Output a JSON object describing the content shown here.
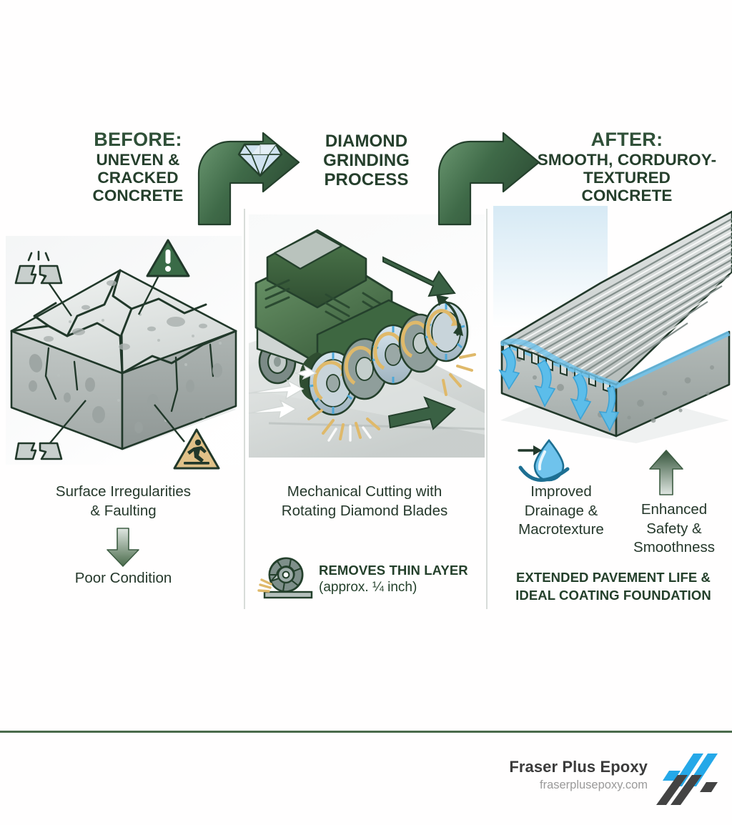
{
  "doc": {
    "type": "infographic",
    "title_flow": "Diamond Grinding: Before / Process / After"
  },
  "panels": [
    {
      "id": "before",
      "header_main": "BEFORE:",
      "header_sub": "UNEVEN &\nCRACKED\nCONCRETE",
      "caption": "Surface Irregularities\n& Faulting",
      "result": "Poor Condition",
      "icons": [
        "broken-pavement-icon",
        "warning-triangle-icon",
        "broken-pavement-icon",
        "slip-hazard-icon",
        "down-arrow-icon"
      ]
    },
    {
      "id": "process",
      "header_main": "DIAMOND",
      "header_sub": "GRINDING\nPROCESS",
      "caption": "Mechanical Cutting with\nRotating Diamond Blades",
      "note_strong": "REMOVES THIN LAYER",
      "note_detail": "(approx. ¼ inch)",
      "icons": [
        "grinding-machine-icon",
        "diamond-blade-icon",
        "sparks-icon",
        "direction-arrow-icon"
      ]
    },
    {
      "id": "after",
      "header_main": "AFTER:",
      "header_sub": "SMOOTH, CORDUROY-\nTEXTURED\nCONCRETE",
      "benefit_left": "Improved\nDrainage &\nMacrotexture",
      "benefit_right": "Enhanced\nSafety &\nSmoothness",
      "result": "EXTENDED PAVEMENT LIFE &\nIDEAL COATING FOUNDATION",
      "icons": [
        "water-drop-drainage-icon",
        "up-arrow-icon",
        "grooved-slab-icon"
      ]
    }
  ],
  "headers": {
    "before_main": "BEFORE:",
    "before_l1": "UNEVEN &",
    "before_l2": "CRACKED",
    "before_l3": "CONCRETE",
    "process_l1": "DIAMOND",
    "process_l2": "GRINDING",
    "process_l3": "PROCESS",
    "after_main": "AFTER:",
    "after_l1": "SMOOTH, CORDUROY-",
    "after_l2": "TEXTURED",
    "after_l3": "CONCRETE"
  },
  "captions": {
    "before_l1": "Surface Irregularities",
    "before_l2": "& Faulting",
    "before_result": "Poor Condition",
    "process_l1": "Mechanical Cutting with",
    "process_l2": "Rotating Diamond Blades",
    "process_note_strong": "REMOVES THIN LAYER",
    "process_note_detail": "(approx. ¼ inch)",
    "after_left_l1": "Improved",
    "after_left_l2": "Drainage &",
    "after_left_l3": "Macrotexture",
    "after_right_l1": "Enhanced",
    "after_right_l2": "Safety &",
    "after_right_l3": "Smoothness",
    "after_result_l1": "EXTENDED PAVEMENT LIFE &",
    "after_result_l2": "IDEAL COATING FOUNDATION"
  },
  "footer": {
    "brand_name": "Fraser Plus Epoxy",
    "brand_url": "fraserplusepoxy.com",
    "logo_name": "fraser-plus-epoxy-logo"
  },
  "colors": {
    "green_dark": "#2f5038",
    "green_header": "#253f2c",
    "green_mid": "#4a7a52",
    "green_deep": "#2b4b33",
    "rule_green": "#4a6b4b",
    "divider": "#d8dcd9",
    "concrete_light": "#e3e6e5",
    "concrete_mid": "#b9bfbd",
    "concrete_dark": "#9aa2a0",
    "water_blue": "#4fb8ea",
    "blade_blue": "#7ec6e8",
    "spark_gold": "#e0b25f",
    "hazard_yellow": "#e0c188",
    "logo_blue": "#25a8e8",
    "logo_gray": "#434343",
    "text_gray": "#3b3b3b",
    "url_gray": "#9a9a9a",
    "page_bg": "#fffefe"
  }
}
